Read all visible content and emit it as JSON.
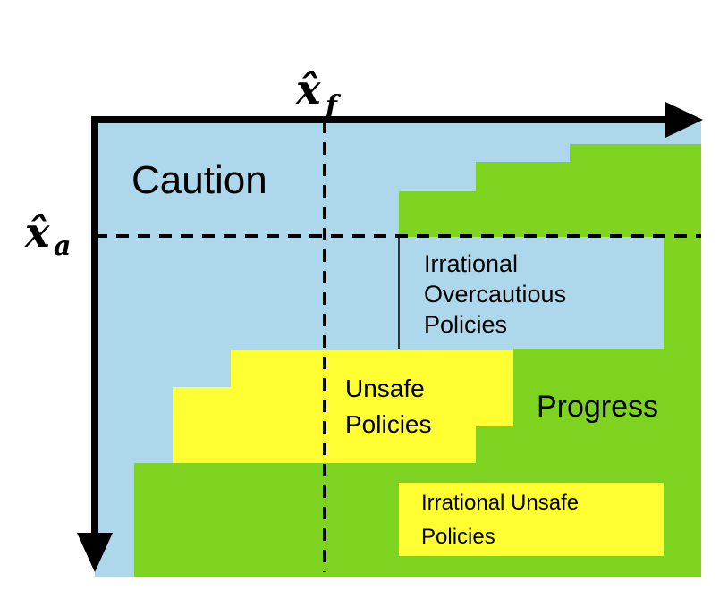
{
  "axes": {
    "x_label": "x̂",
    "x_label_sub": "f",
    "y_label": "x̂",
    "y_label_sub": "a"
  },
  "regions": {
    "caution": "Caution",
    "progress": "Progress",
    "unsafe": [
      "Unsafe",
      "Policies"
    ],
    "irrational_overcautious": [
      "Irrational",
      "Overcautious",
      "Policies"
    ],
    "irrational_unsafe": [
      "Irrational Unsafe",
      "Policies"
    ]
  },
  "colors": {
    "caution": "#add8ec",
    "progress": "#7ed321",
    "unsafe": "#ffff33",
    "axis": "#000000"
  }
}
